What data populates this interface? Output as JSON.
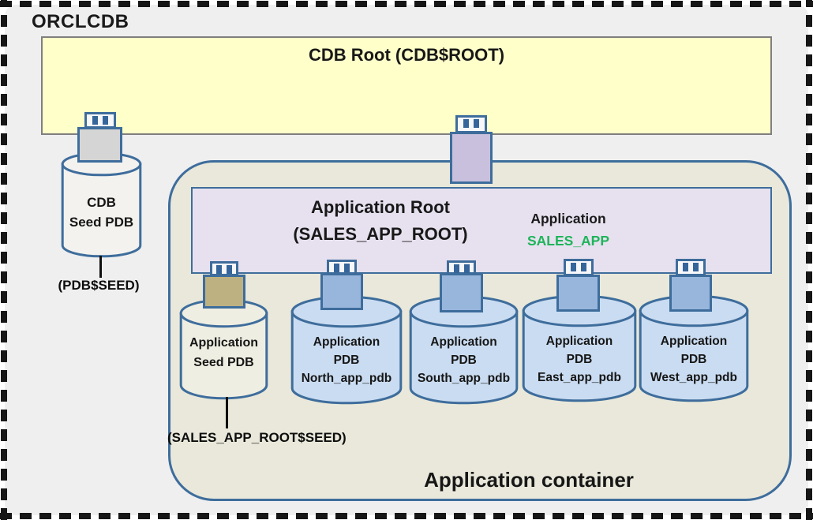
{
  "labels": {
    "orclcdb": "ORCLCDB",
    "cdb_root_title": "CDB Root (CDB$ROOT)",
    "app_container": "Application container"
  },
  "cdb_seed": {
    "line1": "CDB",
    "line2": "Seed PDB",
    "caption": "(PDB$SEED)"
  },
  "app_root": {
    "title1": "Application Root",
    "title2": "(SALES_APP_ROOT)",
    "app_label": "Application",
    "app_name": "SALES_APP"
  },
  "app_seed": {
    "line1": "Application",
    "line2": "Seed PDB",
    "caption": "(SALES_APP_ROOT$SEED)"
  },
  "app_pdbs": [
    {
      "line1": "Application",
      "line2": "PDB",
      "line3": "North_app_pdb"
    },
    {
      "line1": "Application",
      "line2": "PDB",
      "line3": "South_app_pdb"
    },
    {
      "line1": "Application",
      "line2": "PDB",
      "line3": "East_app_pdb"
    },
    {
      "line1": "Application",
      "line2": "PDB",
      "line3": "West_app_pdb"
    }
  ],
  "colors": {
    "cdb_root_fill": "#ffffc9",
    "cdb_root_border": "#7f7f7f",
    "app_root_fill": "#e7e1ef",
    "container_fill": "#e9e8da",
    "pdb_cylinder_fill": "#cadcf1",
    "seed_cylinder_fill": "#efeee2",
    "cdb_cylinder_fill": "#f3f2ee",
    "plug_blue": "#98b6dc",
    "plug_gray": "#d5d5d5",
    "plug_purple": "#c9c0dd",
    "plug_tan": "#bdb181",
    "shape_border_blue": "#3e6d9c",
    "app_name_green": "#1eb45a",
    "background": "#efeff0"
  }
}
